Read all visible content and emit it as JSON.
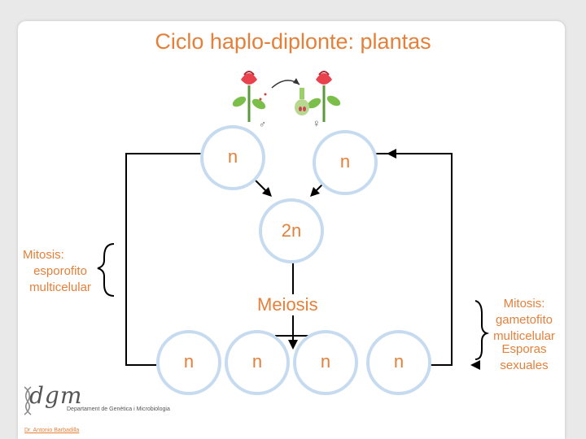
{
  "title": "Ciclo haplo-diplonte: plantas",
  "nodes": {
    "top_left": "n",
    "top_right": "n",
    "middle": "2n",
    "bottom_1": "n",
    "bottom_2": "n",
    "bottom_3": "n",
    "bottom_4": "n"
  },
  "meiosis_label": "Meiosis",
  "left_note": [
    "Mitosis:",
    "esporofito",
    "multicelular"
  ],
  "right_note": [
    "Mitosis:",
    "gametofito",
    "multicelular",
    "Esporas",
    "sexuales"
  ],
  "symbols": {
    "male": "♂",
    "female": "♀"
  },
  "logo_text": "dgm",
  "footer": {
    "department": "Departament de Genètica i Microbiologia",
    "author": "Dr. Antonio Barbadilla"
  },
  "colors": {
    "accent": "#e4803a",
    "circle_border": "#c6dbef",
    "lines": "#000000"
  }
}
